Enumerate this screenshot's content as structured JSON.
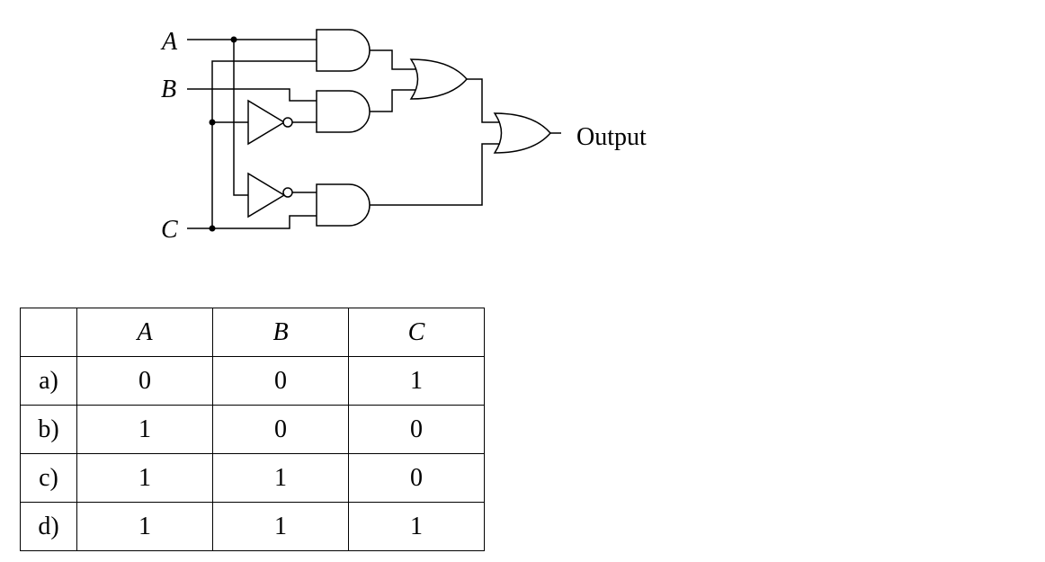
{
  "circuit": {
    "inputs": [
      "A",
      "B",
      "C"
    ],
    "output_label": "Output",
    "gates": [
      {
        "id": "and1",
        "type": "AND",
        "inputs": [
          "A",
          "C"
        ]
      },
      {
        "id": "not1",
        "type": "NOT",
        "inputs": [
          "C"
        ]
      },
      {
        "id": "and2",
        "type": "AND",
        "inputs": [
          "B",
          "NOT C"
        ]
      },
      {
        "id": "or1",
        "type": "OR",
        "inputs": [
          "and1",
          "and2"
        ]
      },
      {
        "id": "not2",
        "type": "NOT",
        "inputs": [
          "A"
        ]
      },
      {
        "id": "and3",
        "type": "AND",
        "inputs": [
          "NOT A",
          "C"
        ]
      },
      {
        "id": "or2",
        "type": "OR",
        "inputs": [
          "or1",
          "and3"
        ]
      }
    ]
  },
  "table": {
    "headers": [
      "A",
      "B",
      "C"
    ],
    "rows": [
      {
        "label": "a)",
        "values": [
          "0",
          "0",
          "1"
        ]
      },
      {
        "label": "b)",
        "values": [
          "1",
          "0",
          "0"
        ]
      },
      {
        "label": "c)",
        "values": [
          "1",
          "1",
          "0"
        ]
      },
      {
        "label": "d)",
        "values": [
          "1",
          "1",
          "1"
        ]
      }
    ]
  }
}
